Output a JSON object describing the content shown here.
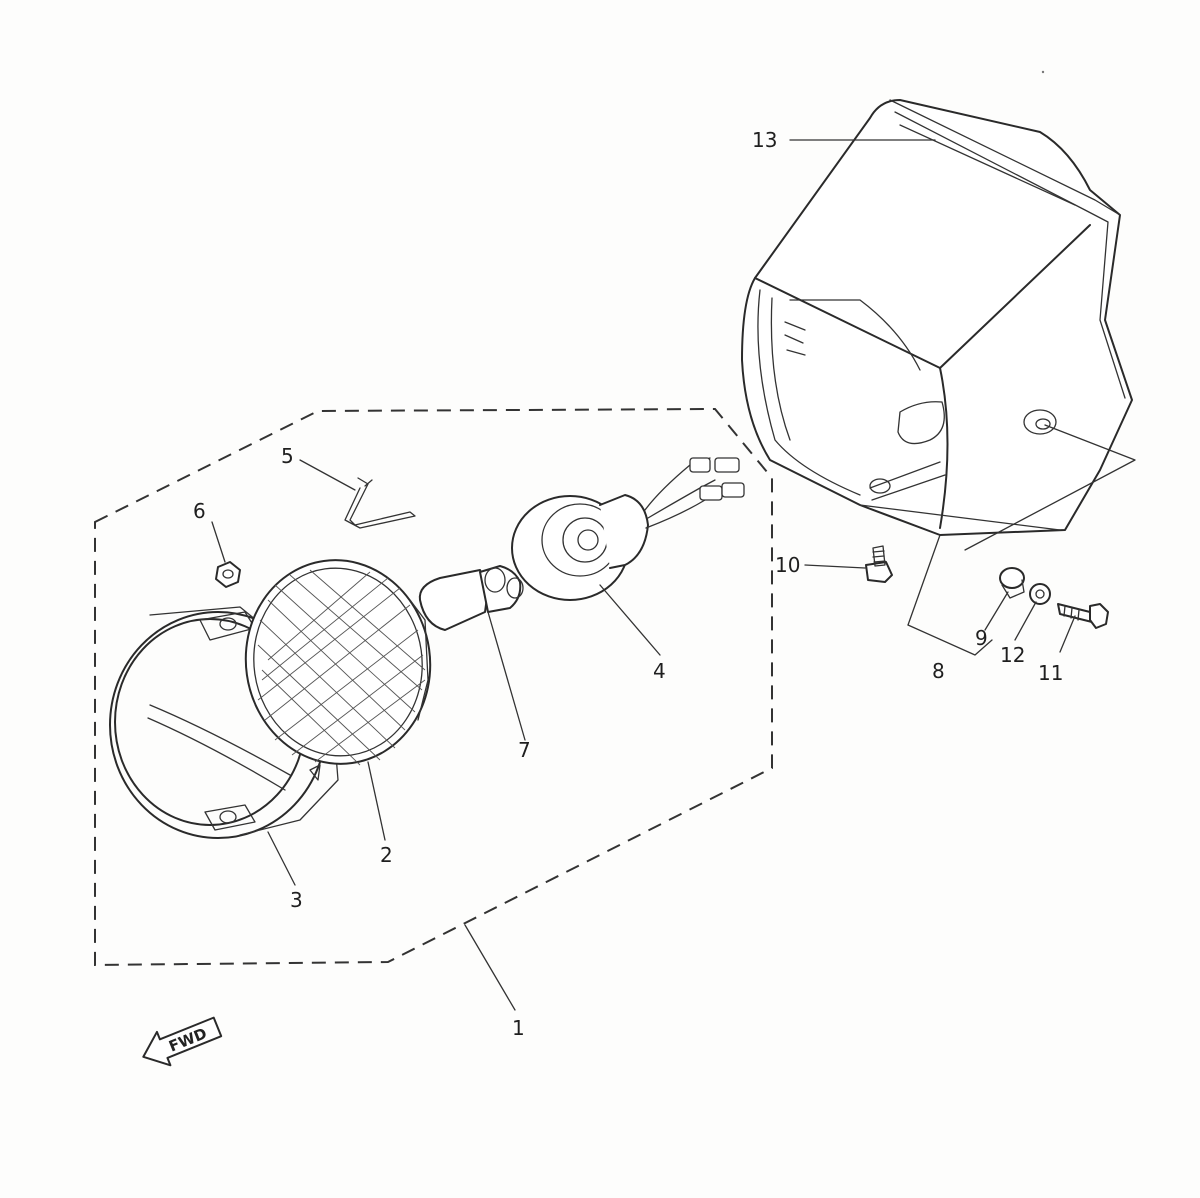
{
  "diagram": {
    "callouts": {
      "c1": "1",
      "c2": "2",
      "c3": "3",
      "c4": "4",
      "c5": "5",
      "c6": "6",
      "c7": "7",
      "c8": "8",
      "c9": "9",
      "c10": "10",
      "c11": "11",
      "c12": "12",
      "c13": "13"
    },
    "direction_marker": "FWD"
  }
}
